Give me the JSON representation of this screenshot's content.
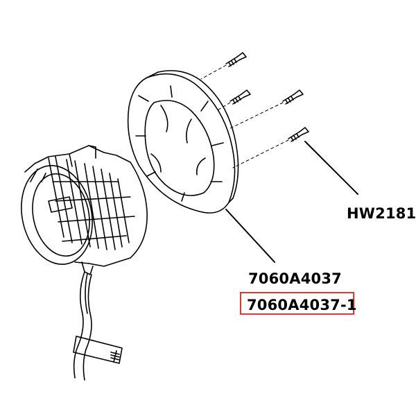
{
  "labels": {
    "screw": "HW2181",
    "ring_part": "7060A4037",
    "ring_variant": "7060A4037-1"
  },
  "colors": {
    "line": "#000000",
    "highlight_box": "#e03a2e",
    "background": "#ffffff"
  }
}
